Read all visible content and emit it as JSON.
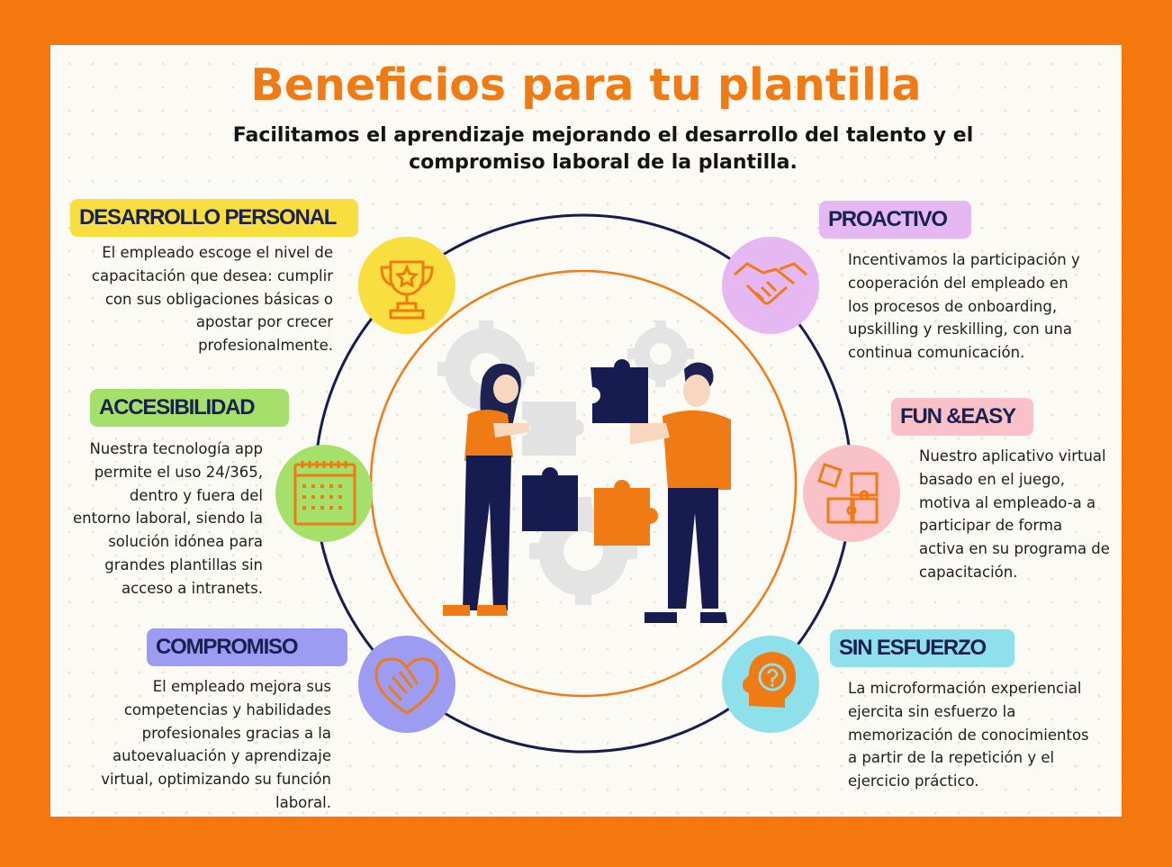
{
  "header": {
    "title": "Beneficios para tu plantilla",
    "subtitle": "Facilitamos el aprendizaje mejorando el desarrollo del talento y el compromiso laboral de la plantilla."
  },
  "colors": {
    "frame": "#F5780F",
    "panel": "#FCFAF4",
    "title": "#F07A14",
    "navy": "#161C4F",
    "orange": "#F07A14"
  },
  "benefits": {
    "desarrollo": {
      "label": "DESARROLLO PERSONAL",
      "text": "El empleado escoge el nivel de capacitación que desea: cumplir con sus obligaciones básicas o apostar por crecer profesionalmente.",
      "icon": "trophy-icon",
      "color": "#F8DE3E"
    },
    "accesibilidad": {
      "label": "ACCESIBILIDAD",
      "text": "Nuestra tecnología app permite el uso 24/365, dentro y fuera del entorno laboral, siendo la solución idónea para grandes plantillas sin acceso a intranets.",
      "icon": "calendar-icon",
      "color": "#A4E06A"
    },
    "compromiso": {
      "label": "COMPROMISO",
      "text": "El empleado mejora sus competencias y habilidades profesionales gracias a la autoevaluación y aprendizaje virtual, optimizando su función laboral.",
      "icon": "heart-hand-icon",
      "color": "#9C9CF2"
    },
    "proactivo": {
      "label": "PROACTIVO",
      "text": "Incentivamos la participación y cooperación del empleado en los procesos de onboarding, upskilling y reskilling, con una continua comunicación.",
      "icon": "handshake-icon",
      "color": "#E6B8F2"
    },
    "fun_easy": {
      "label": "FUN &EASY",
      "text": "Nuestro aplicativo virtual basado en el juego, motiva al empleado-a a participar de forma activa en su programa de capacitación.",
      "icon": "puzzle-icon",
      "color": "#F8C2C8"
    },
    "sin_esfuerzo": {
      "label": "SIN ESFUERZO",
      "text": "La microformación experiencial ejercita sin esfuerzo la memorización de conocimientos a partir de la repetición y el ejercicio práctico.",
      "icon": "head-question-icon",
      "color": "#8EE0EA"
    }
  },
  "illustration": {
    "icon": "team-puzzle-illustration"
  }
}
